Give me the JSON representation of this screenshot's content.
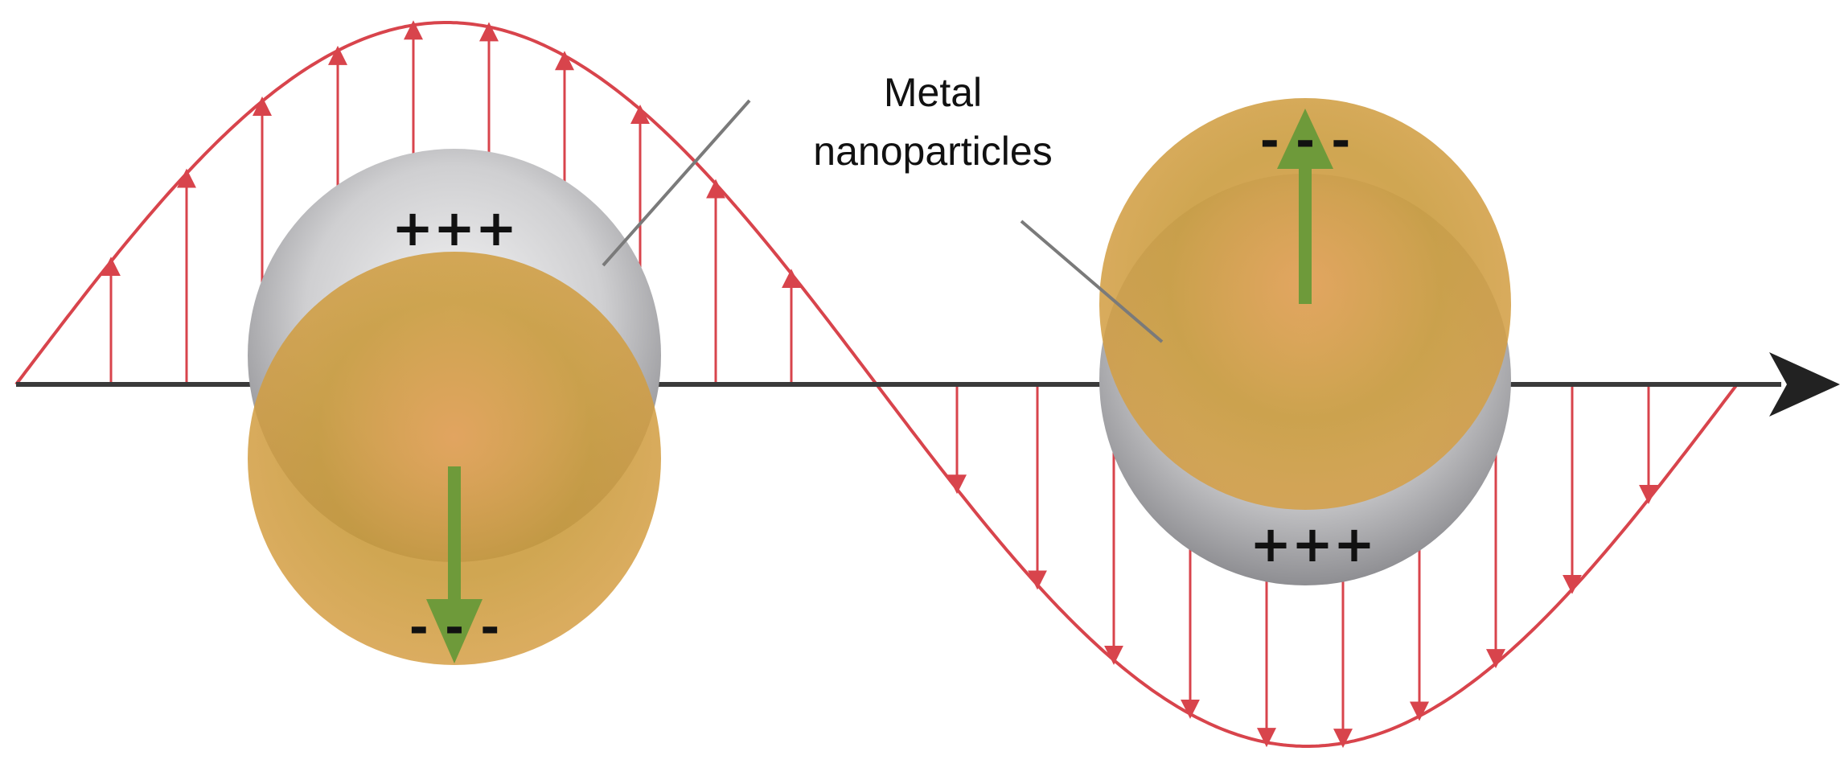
{
  "label": {
    "line1": "Metal",
    "line2": "nanoparticles"
  },
  "particles": [
    {
      "name": "left-particle",
      "positive_charge": "+++",
      "negative_charge": "- - -",
      "dipole_direction": "down"
    },
    {
      "name": "right-particle",
      "positive_charge": "+++",
      "negative_charge": "- - -",
      "dipole_direction": "up"
    }
  ],
  "colors": {
    "wave": "#d8444c",
    "axis": "#3a3a3a",
    "axis_arrow": "#222222",
    "metal_core": "#c7c7c9",
    "electron_cloud": "#d8a048",
    "dipole_arrow": "#6e9a3a",
    "pointer_line": "#7a7a7a",
    "text": "#111111"
  }
}
